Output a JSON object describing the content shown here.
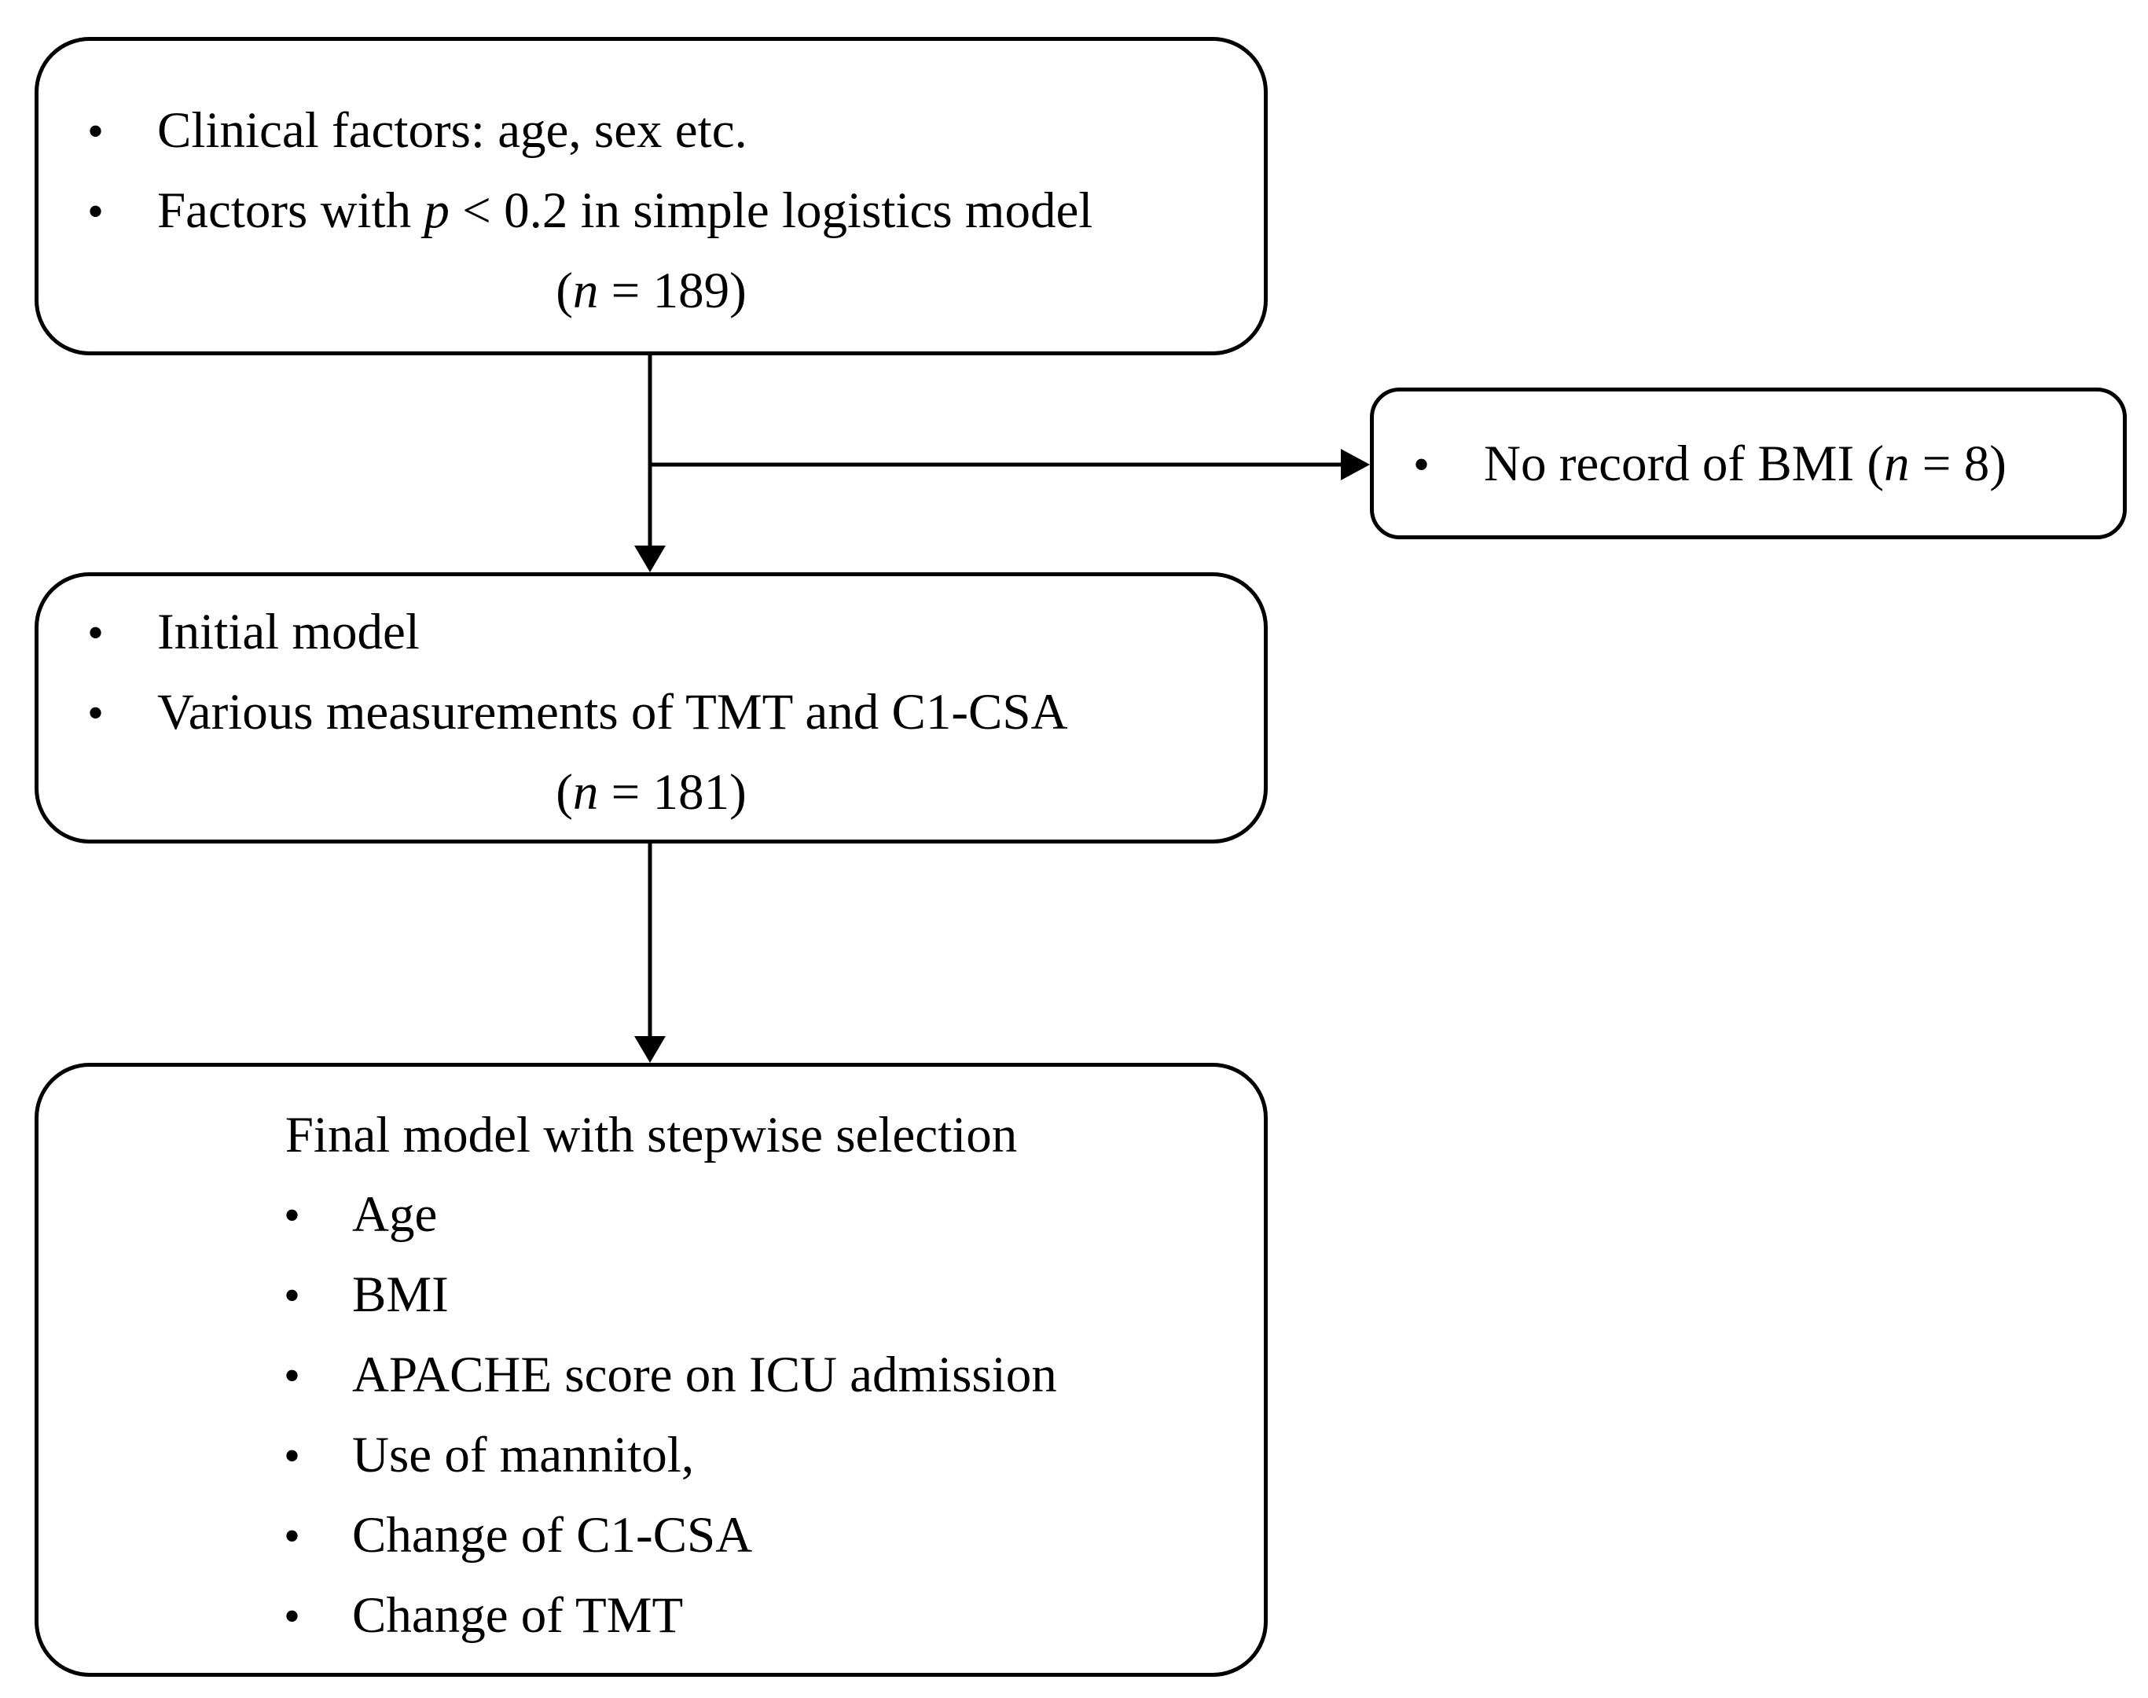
{
  "box1": {
    "items": [
      "Clinical factors: age, sex etc.",
      "Factors with"
    ],
    "item2_italic": "p",
    "item2_rest": " < 0.2 in simple logistics model",
    "count_open": "(",
    "count_n": "n",
    "count_rest": " = 189)"
  },
  "exclusion": {
    "label": "No record of BMI  (",
    "n": "n",
    "rest": " = 8)"
  },
  "box2": {
    "items": [
      "Initial model",
      "Various measurements of TMT and C1-CSA"
    ],
    "count_open": "(",
    "count_n": "n",
    "count_rest": " = 181)"
  },
  "box3": {
    "heading": "Final model with stepwise selection",
    "items": [
      "Age",
      "BMI",
      "APACHE score on ICU admission",
      "Use of mannitol,",
      "Change of C1-CSA",
      "Change of TMT"
    ]
  },
  "bullet_char": "•"
}
